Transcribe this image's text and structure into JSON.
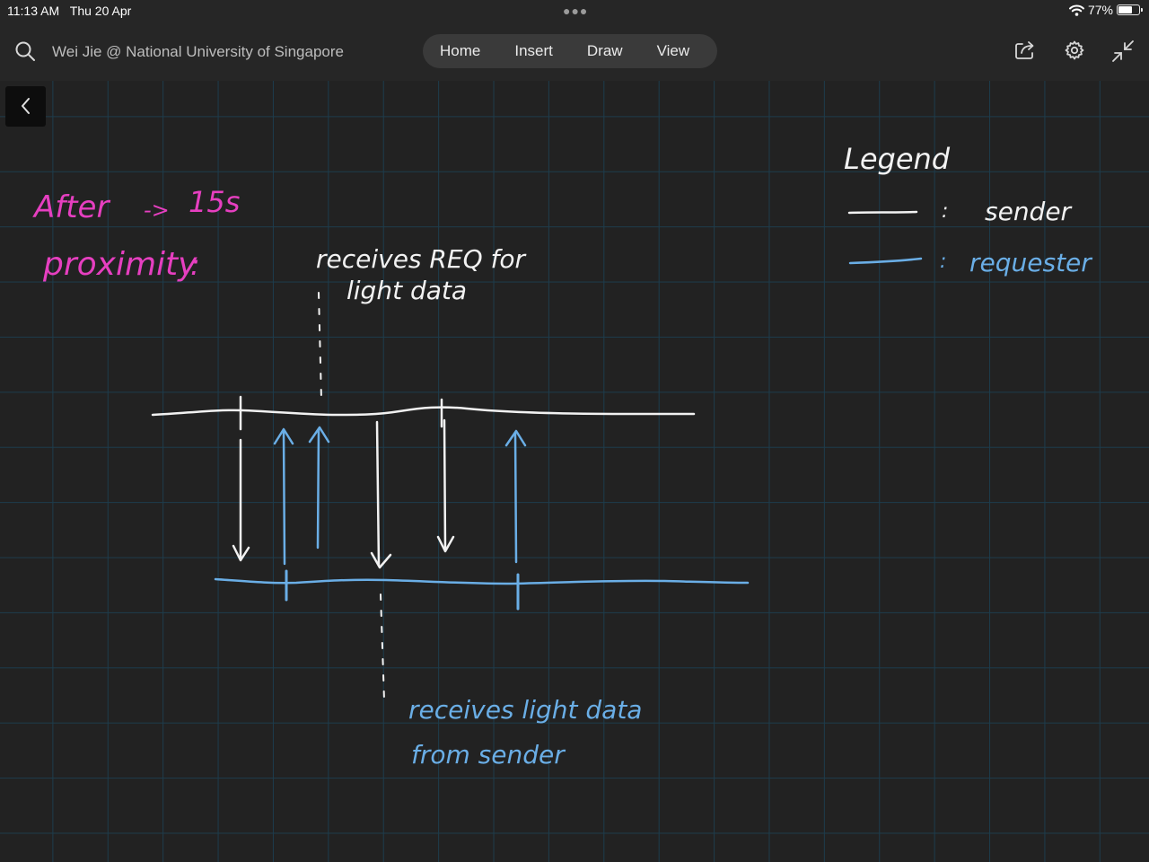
{
  "status": {
    "time": "11:13 AM",
    "date": "Thu 20 Apr",
    "battery": "77%",
    "battery_level": 0.77,
    "icons": [
      "more-dots-icon",
      "wifi-icon",
      "battery-icon"
    ]
  },
  "toolbar": {
    "notebook_title": "Wei Jie @ National University of Singapore",
    "tabs": [
      {
        "label": "Home"
      },
      {
        "label": "Insert"
      },
      {
        "label": "Draw"
      },
      {
        "label": "View"
      }
    ],
    "icons": [
      "search-icon",
      "share-icon",
      "settings-gear-icon",
      "collapse-icon",
      "back-chevron-icon"
    ]
  },
  "note": {
    "heading_1": "After",
    "heading_arrow": "->",
    "heading_1_value": "15s",
    "heading_2": "proximity",
    "heading_2_colon": ":",
    "top_annotation_line1": "receives REQ for",
    "top_annotation_line2": "light data",
    "bottom_annotation_line1": "receives light data",
    "bottom_annotation_line2": "from sender",
    "legend_title": "Legend",
    "legend_items": [
      {
        "separator": ":",
        "label": "sender",
        "color": "#f2f2f2"
      },
      {
        "separator": ":",
        "label": "requester",
        "color": "#6aaee6"
      }
    ]
  },
  "colors": {
    "pink": "#e63fc0",
    "white_ink": "#f2f2f2",
    "blue_ink": "#6aaee6",
    "grid": "#1d3c4c",
    "canvas": "#222222"
  }
}
